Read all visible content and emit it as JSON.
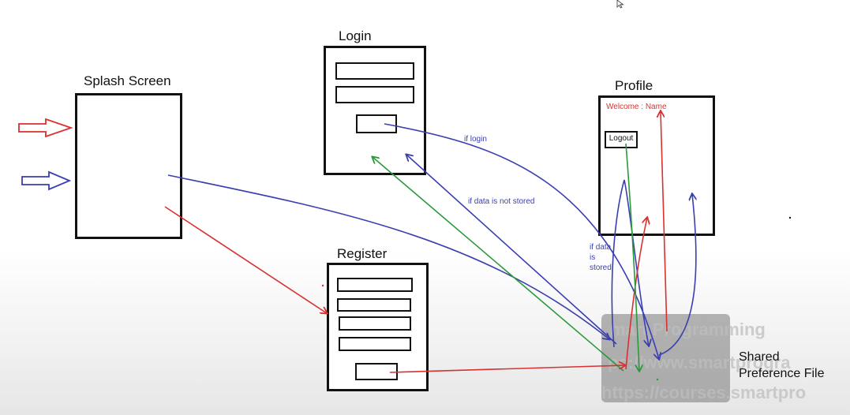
{
  "screens": {
    "splash": {
      "title": "Splash Screen"
    },
    "login": {
      "title": "Login"
    },
    "register": {
      "title": "Register"
    },
    "profile": {
      "title": "Profile",
      "welcome": "Welcome : Name",
      "logout": "Logout"
    }
  },
  "labels": {
    "if_login": "if login",
    "if_not_stored": "if data is not stored",
    "if_stored_1": "if data",
    "if_stored_2": "is",
    "if_stored_3": "stored"
  },
  "storage": {
    "line1": "Shared",
    "line2": "Preference File"
  },
  "watermark": {
    "line1": "mart Programming",
    "line2": "ps://www.smartprogra",
    "line3": "https://courses.smartpro"
  },
  "colors": {
    "blue": "#3a3fb0",
    "red": "#d93030",
    "green": "#2a9a3a",
    "outline": "#111111"
  }
}
